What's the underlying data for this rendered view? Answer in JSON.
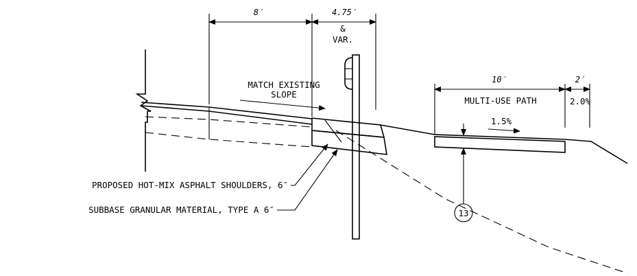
{
  "dimensions": {
    "shoulder_width": "8′",
    "barrier_offset_line1": "4.75′",
    "barrier_offset_line2": "&",
    "barrier_offset_line3": "VAR.",
    "path_width": "10′",
    "path_shoulder": "2′"
  },
  "notes": {
    "match_slope_line1": "MATCH EXISTING",
    "match_slope_line2": "SLOPE",
    "multi_use_path": "MULTI-USE PATH",
    "path_cross_slope": "1.5%",
    "shoulder_slope": "2.0%",
    "callout_asphalt": "PROPOSED HOT-MIX ASPHALT SHOULDERS, 6″",
    "callout_subbase": "SUBBASE GRANULAR MATERIAL, TYPE A 6″",
    "detail_number": "13"
  }
}
